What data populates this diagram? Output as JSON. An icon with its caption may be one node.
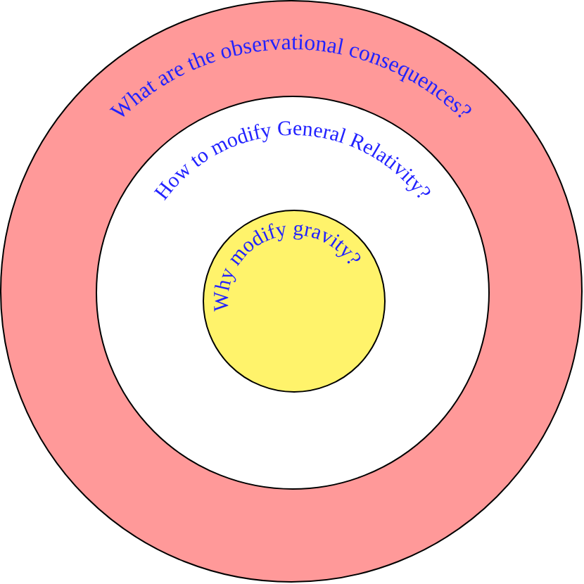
{
  "diagram": {
    "nodes": [
      {
        "text": [
          "What are the observational consequences?"
        ]
      },
      {
        "text": [
          "How to modify General Relativity?"
        ],
        "in": 0
      },
      {
        "text": [
          "Why modify gravity?"
        ],
        "in": 1
      }
    ]
  }
}
